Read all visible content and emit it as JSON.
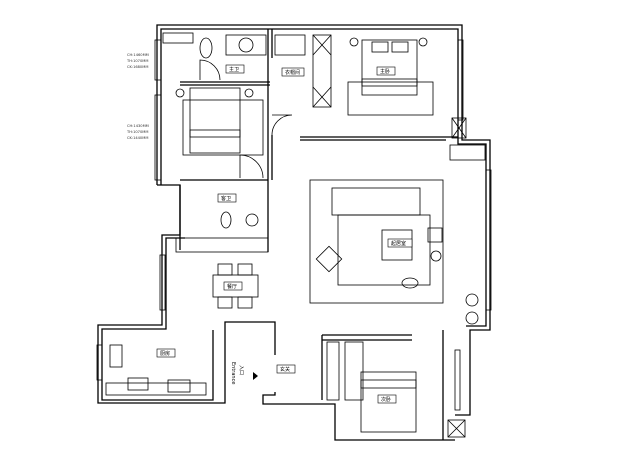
{
  "rooms": {
    "master_bath": "主卫",
    "walk_in_closet": "衣帽间",
    "master_bedroom": "主卧",
    "guest_bath": "客卫",
    "living_room": "起居室",
    "dining_room": "餐厅",
    "kitchen": "厨房",
    "foyer": "玄关",
    "second_bedroom": "次卧"
  },
  "entrance": {
    "cn": "入口",
    "en": "Entrance"
  },
  "window_notes": [
    [
      "CH:1460MM",
      "TH:1070MM",
      "CK:1680MM"
    ],
    [
      "CH:1430MM",
      "TH:1070MM",
      "CK:1440MM"
    ]
  ]
}
